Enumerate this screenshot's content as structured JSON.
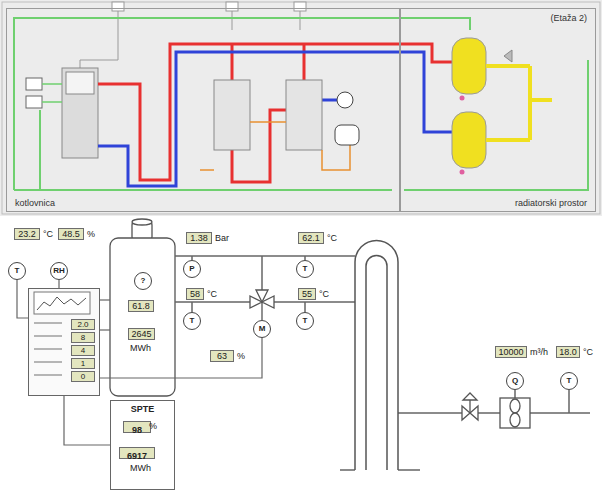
{
  "diagram": {
    "nodes": [
      {
        "text": [
          "kotlovnica"
        ]
      },
      {
        "text": [
          "(Etaža 2)",
          "radiatorski prostor"
        ]
      },
      {
        "text": [
          "23.2"
        ]
      },
      {
        "text": [
          "48.5"
        ]
      },
      {
        "text": [
          "T"
        ]
      },
      {
        "text": [
          "RH"
        ]
      },
      {
        "text": [
          "2.0",
          "8",
          "4",
          "1",
          "0"
        ]
      },
      {
        "text": [
          "?"
        ]
      },
      {
        "text": [
          "61.8"
        ]
      },
      {
        "text": [
          "2645"
        ]
      },
      {
        "text": [
          "SPTE"
        ]
      },
      {
        "text": [
          "98"
        ],
        "in": 10
      },
      {
        "text": [
          "6917"
        ],
        "in": 10
      },
      {
        "text": [
          "1.38"
        ]
      },
      {
        "text": [
          "P"
        ]
      },
      {
        "text": [
          "58"
        ]
      },
      {
        "text": [
          "T"
        ]
      },
      {
        "text": [
          "M"
        ]
      },
      {
        "text": [
          "63"
        ]
      },
      {
        "text": [
          "62.1"
        ]
      },
      {
        "text": [
          "T"
        ]
      },
      {
        "text": [
          "55"
        ]
      },
      {
        "text": [
          "T"
        ]
      },
      {
        "text": [
          "10000"
        ]
      },
      {
        "text": [
          "Q"
        ]
      },
      {
        "text": [
          "18.0"
        ]
      },
      {
        "text": [
          "T"
        ]
      }
    ],
    "edges": [
      {
        "from": 4,
        "to": 6,
        "arrow": "none"
      },
      {
        "from": 5,
        "to": 6,
        "arrow": "none"
      },
      {
        "from": 6,
        "to": 10,
        "arrow": "none"
      },
      {
        "from": 6,
        "to": 17,
        "arrow": "none"
      }
    ],
    "labels": [
      "°C",
      "%",
      "MWh",
      "%",
      "MWh",
      "Bar",
      "°C",
      "%",
      "°C",
      "°C",
      "m³/h",
      "°C"
    ]
  }
}
